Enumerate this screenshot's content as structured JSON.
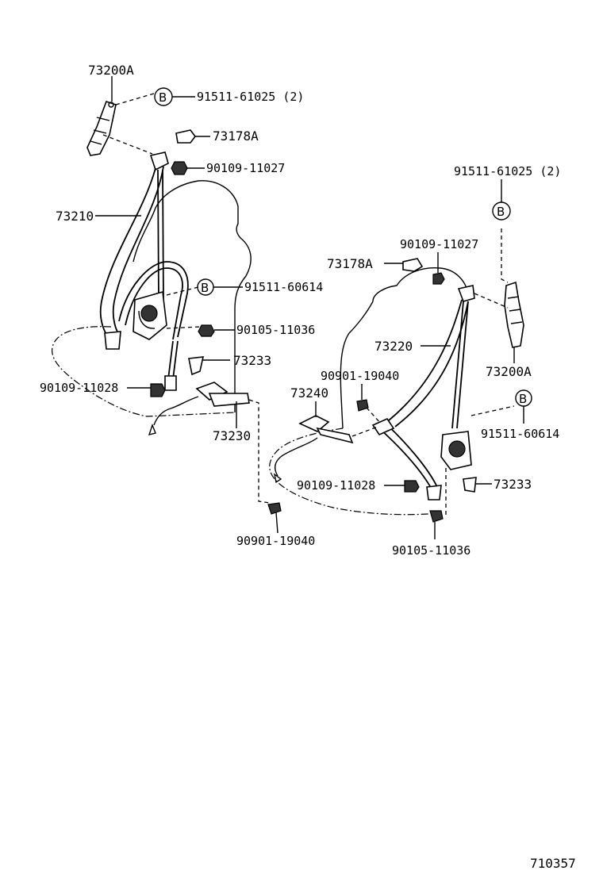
{
  "diagram_id": "710357",
  "callout_symbol": "B",
  "labels": {
    "l_73200A": "73200A",
    "l_91511_61025_top": "91511-61025 (2)",
    "l_73178A_left": "73178A",
    "l_90109_11027_left": "90109-11027",
    "l_73210": "73210",
    "l_91511_60614_left": "91511-60614",
    "l_90105_11036_left": "90105-11036",
    "l_73233_left": "73233",
    "l_90109_11028_left": "90109-11028",
    "l_73230": "73230",
    "l_90901_19040_bottom": "90901-19040",
    "l_91511_61025_right": "91511-61025 (2)",
    "l_90109_11027_right": "90109-11027",
    "l_73178A_right": "73178A",
    "l_73220": "73220",
    "l_73200A_right": "73200A",
    "l_90901_19040_mid": "90901-19040",
    "l_73240": "73240",
    "l_91511_60614_right": "91511-60614",
    "l_90109_11028_right": "90109-11028",
    "l_73233_right": "73233",
    "l_90105_11036_right": "90105-11036"
  }
}
